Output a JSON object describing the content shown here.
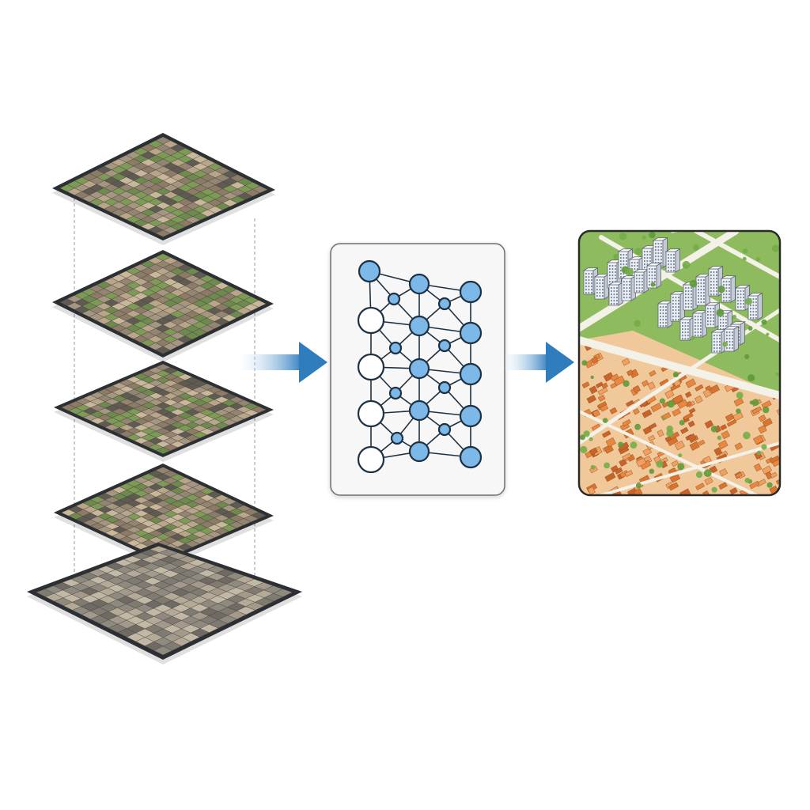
{
  "diagram": {
    "layer_stack": {
      "layer_count": 5,
      "tile_palette": [
        "#8c7b66",
        "#a59682",
        "#6f8a4e",
        "#7d9b57",
        "#b8a58a",
        "#5f5a52",
        "#c9b79c",
        "#948472"
      ],
      "bottom_palette": [
        "#8f8a80",
        "#a39a8c",
        "#6f6a63",
        "#b5aa98",
        "#7f7a72",
        "#c2b8a6"
      ],
      "frame_color": "#2c2f33"
    },
    "arrows": {
      "color": "#2f7dbd",
      "fade_color": "#dbeaf7",
      "icon": "right-arrow-icon"
    },
    "network": {
      "node_fill": "#7cb9e8",
      "node_stroke": "#1e3142",
      "empty_node_fill": "#ffffff",
      "card_border": "#6e6e6e"
    },
    "map": {
      "colors": {
        "grass": "#8dbb5e",
        "road": "#f4f1e8",
        "residential": "#e8873f",
        "highrise": "#dfe3ea"
      },
      "zones": [
        "residential",
        "highrise",
        "green-space"
      ]
    }
  }
}
